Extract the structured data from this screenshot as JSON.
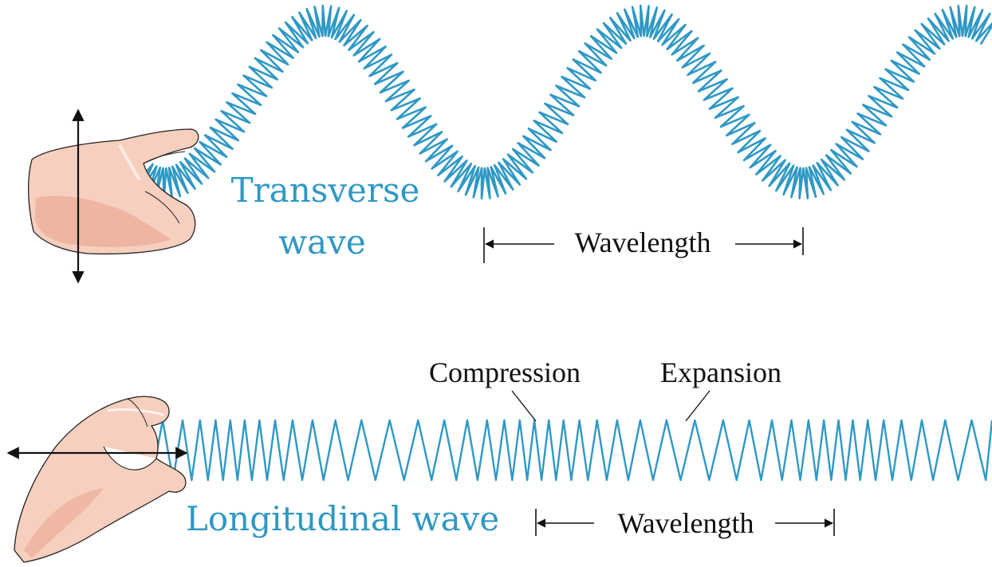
{
  "transverse": {
    "label_line1": "Transverse",
    "label_line2": "wave",
    "wavelength_label": "Wavelength"
  },
  "longitudinal": {
    "label": "Longitudinal wave",
    "compression_label": "Compression",
    "expansion_label": "Expansion",
    "wavelength_label": "Wavelength"
  },
  "colors": {
    "spring": "#2f98c4",
    "label_blue": "#2f98c4",
    "skin": "#f6cfbf",
    "skin_shadow": "#e9a894",
    "outline": "#222222"
  },
  "icons": {
    "hand_vertical": "hand-icon",
    "hand_horizontal": "hand-icon",
    "vertical_motion": "double-arrow-vertical-icon",
    "horizontal_motion": "double-arrow-horizontal-icon"
  }
}
